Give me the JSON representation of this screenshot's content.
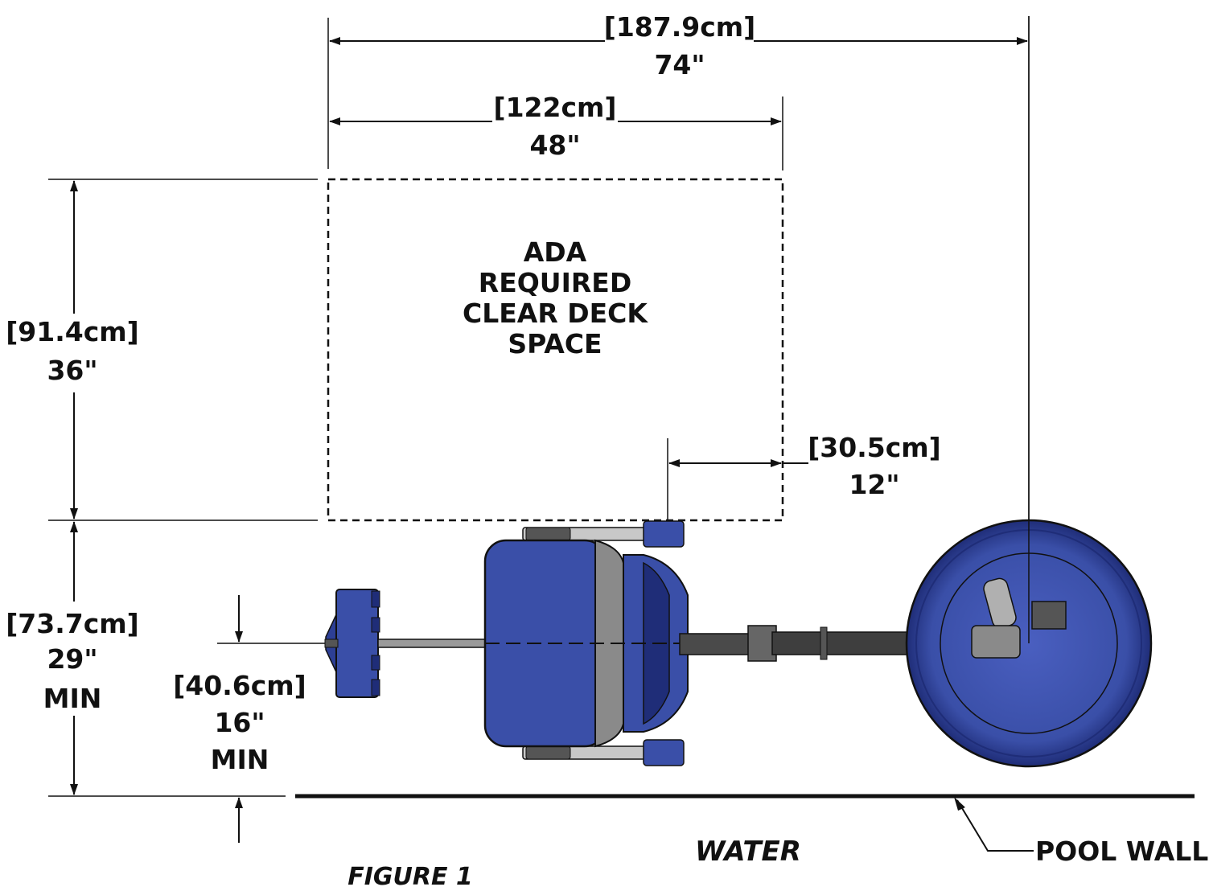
{
  "dimensions": {
    "overall_width": {
      "metric": "[187.9cm]",
      "imperial": "74\""
    },
    "clear_space_width": {
      "metric": "[122cm]",
      "imperial": "48\""
    },
    "clear_space_depth": {
      "metric": "[91.4cm]",
      "imperial": "36\""
    },
    "seat_offset": {
      "metric": "[30.5cm]",
      "imperial": "12\""
    },
    "deck_min": {
      "metric": "[73.7cm]",
      "imperial": "29\"",
      "note": "MIN"
    },
    "centerline_min": {
      "metric": "[40.6cm]",
      "imperial": "16\"",
      "note": "MIN"
    }
  },
  "clear_space_label": [
    "ADA",
    "REQUIRED",
    "CLEAR DECK",
    "SPACE"
  ],
  "water_label": "WATER",
  "pool_wall_label": "POOL WALL",
  "figure_label": "FIGURE 1",
  "colors": {
    "equipment_blue": "#3a4fa8",
    "equipment_dark": "#1f2d78",
    "frame_gray": "#8a8a8a",
    "line": "#111111"
  }
}
